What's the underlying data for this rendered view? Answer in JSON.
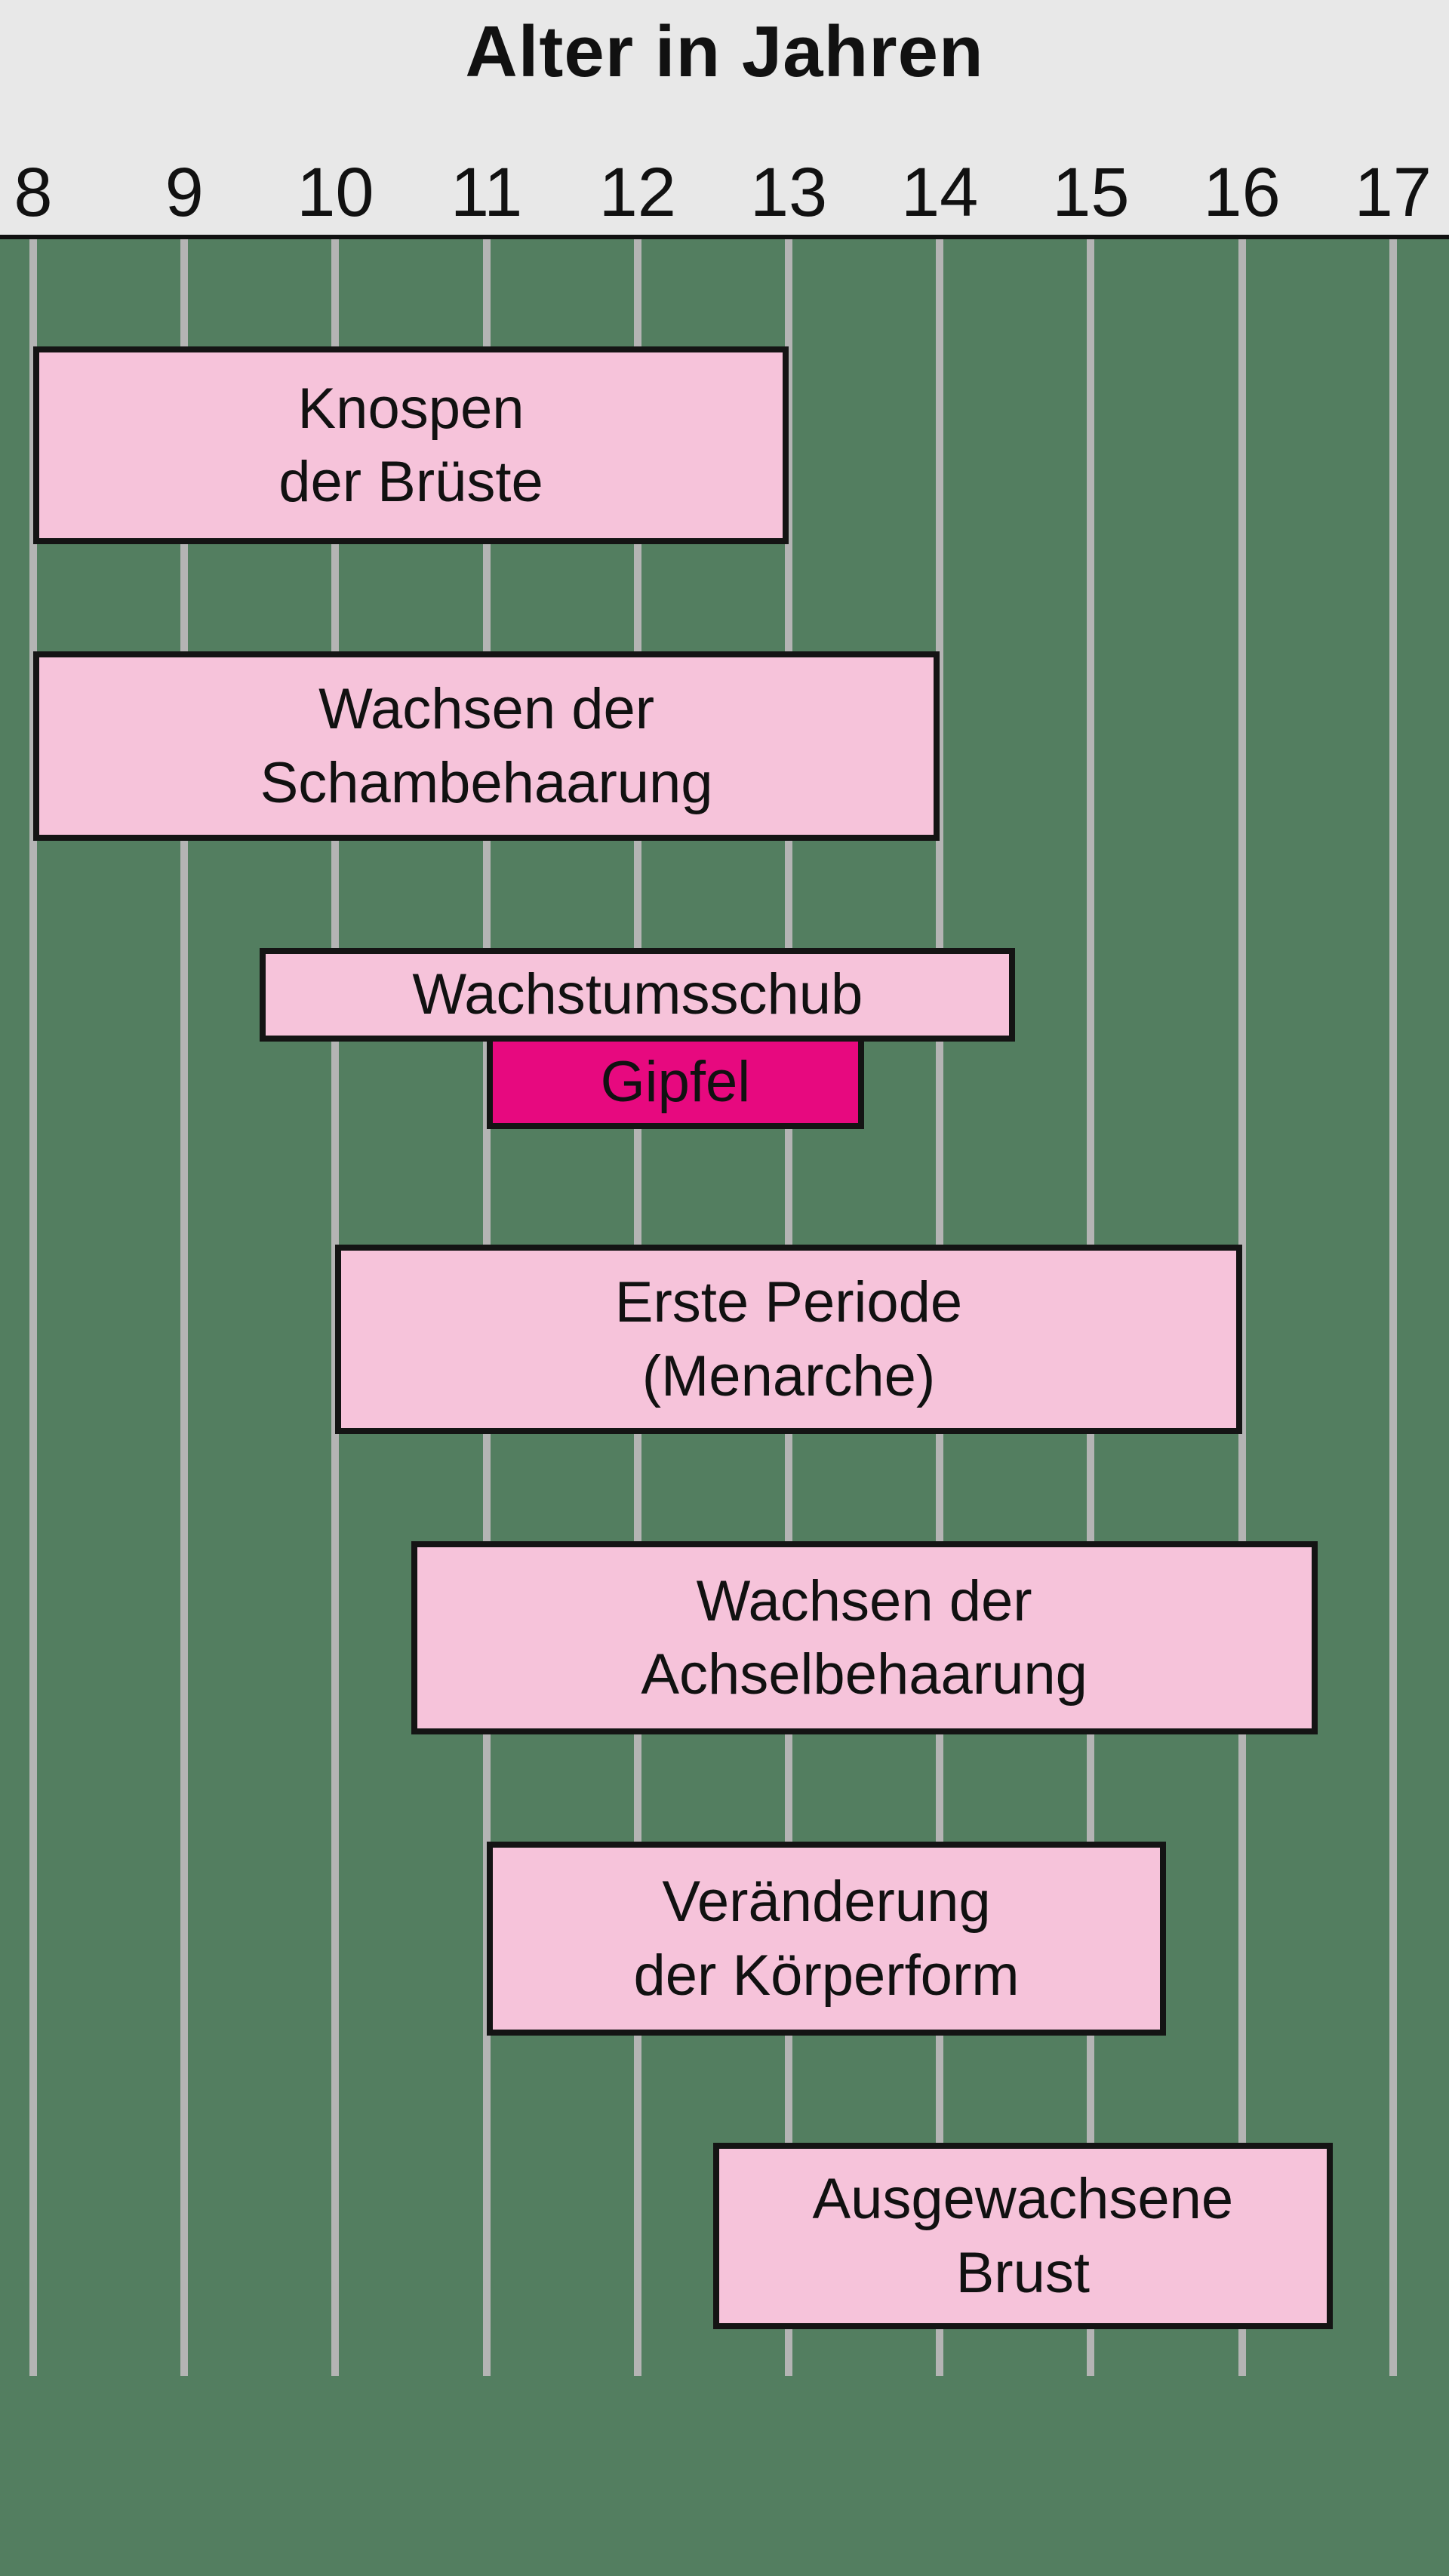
{
  "colors": {
    "background_green": "#537e60",
    "header_gray": "#e8e8e8",
    "bar_pink": "#f6c3da",
    "peak_magenta": "#e7097f",
    "grid_gray": "#b4b4b4",
    "text_black": "#111111"
  },
  "chart_data": {
    "type": "bar",
    "variant": "horizontal-timeline",
    "title": "Alter in Jahren",
    "x_axis": {
      "label": "Alter in Jahren",
      "ticks": [
        8,
        9,
        10,
        11,
        12,
        13,
        14,
        15,
        16,
        17
      ],
      "range": [
        8,
        17
      ],
      "grid": true
    },
    "legend": "none",
    "bars": [
      {
        "name": "knospen-der-brueste",
        "label": "Knospen der Brüste",
        "lines": [
          "Knospen",
          "der Brüste"
        ],
        "start": 8,
        "end": 13,
        "style": "light"
      },
      {
        "name": "wachsen-der-schambehaarung",
        "label": "Wachsen der Schambehaarung",
        "lines": [
          "Wachsen der",
          "Schambehaarung"
        ],
        "start": 8,
        "end": 14,
        "style": "light"
      },
      {
        "name": "wachstumsschub",
        "label": "Wachstumsschub",
        "lines": [
          "Wachstumsschub"
        ],
        "start": 9.5,
        "end": 14.5,
        "style": "light"
      },
      {
        "name": "gipfel",
        "label": "Gipfel",
        "lines": [
          "Gipfel"
        ],
        "start": 11,
        "end": 13.5,
        "style": "accent"
      },
      {
        "name": "erste-periode-menarche",
        "label": "Erste Periode (Menarche)",
        "lines": [
          "Erste Periode",
          "(Menarche)"
        ],
        "start": 10,
        "end": 16,
        "style": "light"
      },
      {
        "name": "wachsen-der-achselbehaarung",
        "label": "Wachsen der Achselbehaarung",
        "lines": [
          "Wachsen der",
          "Achselbehaarung"
        ],
        "start": 10.5,
        "end": 16.5,
        "style": "light"
      },
      {
        "name": "veraenderung-der-koerperform",
        "label": "Veränderung der Körperform",
        "lines": [
          "Veränderung",
          "der Körperform"
        ],
        "start": 11,
        "end": 15.5,
        "style": "light"
      },
      {
        "name": "ausgewachsene-brust",
        "label": "Ausgewachsene Brust",
        "lines": [
          "Ausgewachsene",
          "Brust"
        ],
        "start": 12.5,
        "end": 16.6,
        "style": "light"
      }
    ]
  }
}
